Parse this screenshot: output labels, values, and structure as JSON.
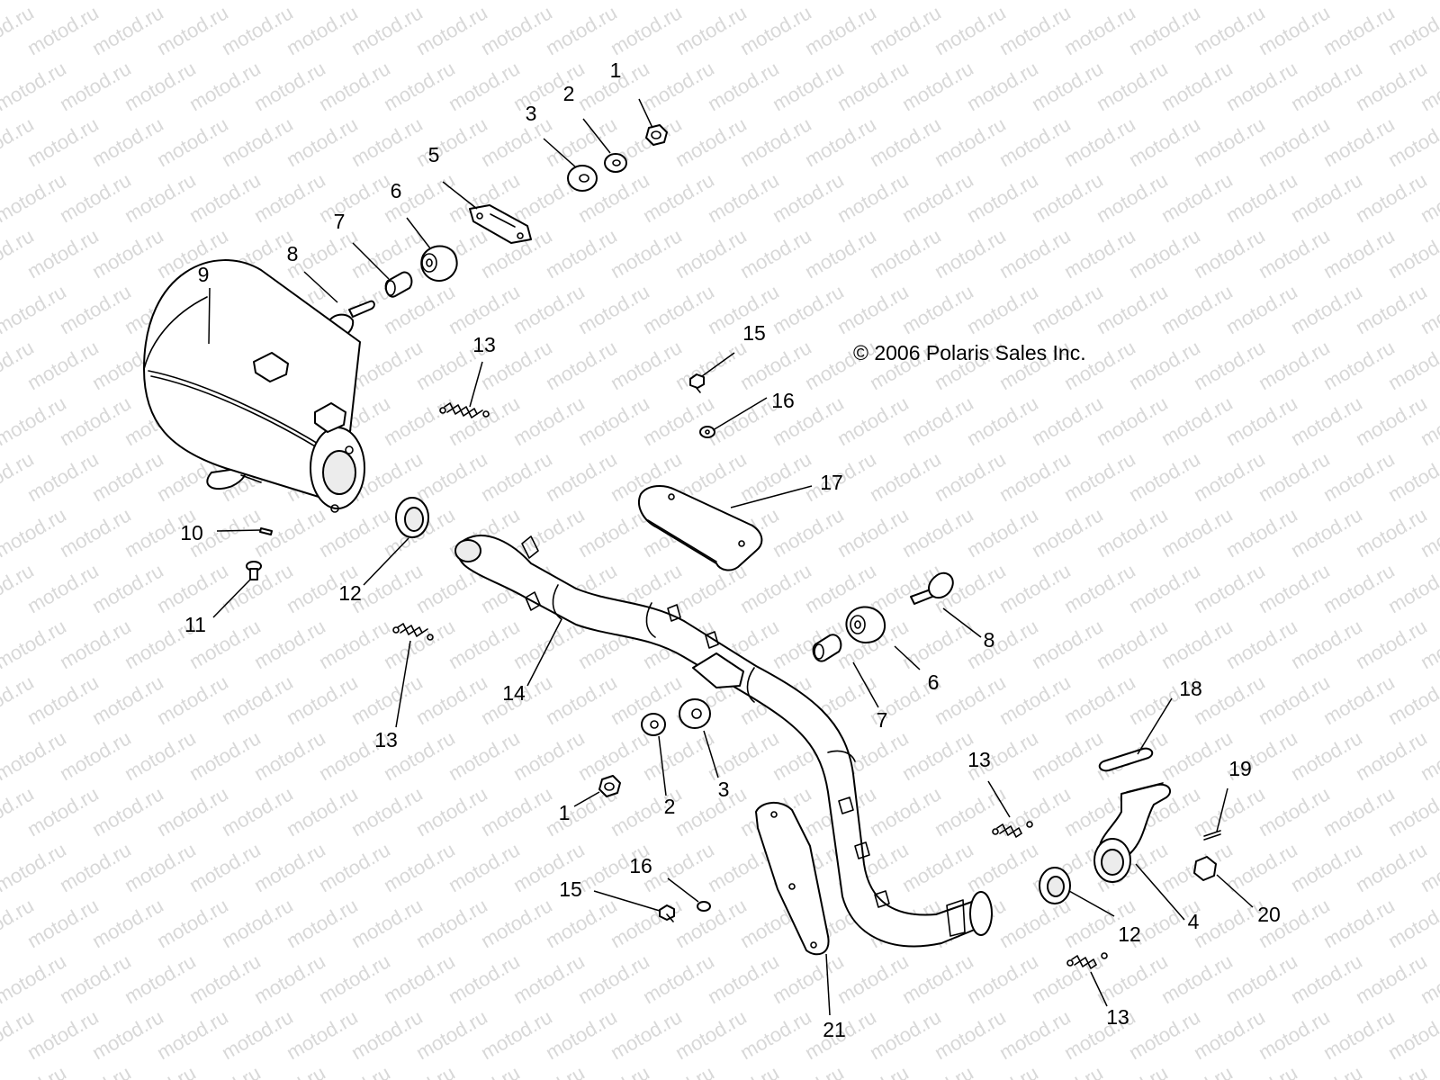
{
  "watermark": "motod.ru",
  "copyright": "© 2006 Polaris Sales Inc.",
  "parts": [
    {
      "n": "1"
    },
    {
      "n": "2"
    },
    {
      "n": "3"
    },
    {
      "n": "5"
    },
    {
      "n": "6"
    },
    {
      "n": "7"
    },
    {
      "n": "8"
    },
    {
      "n": "9"
    },
    {
      "n": "13"
    },
    {
      "n": "15"
    },
    {
      "n": "16"
    },
    {
      "n": "17"
    },
    {
      "n": "10"
    },
    {
      "n": "12"
    },
    {
      "n": "11"
    },
    {
      "n": "14"
    },
    {
      "n": "13"
    },
    {
      "n": "8"
    },
    {
      "n": "6"
    },
    {
      "n": "7"
    },
    {
      "n": "18"
    },
    {
      "n": "3"
    },
    {
      "n": "2"
    },
    {
      "n": "1"
    },
    {
      "n": "13"
    },
    {
      "n": "19"
    },
    {
      "n": "16"
    },
    {
      "n": "15"
    },
    {
      "n": "12"
    },
    {
      "n": "4"
    },
    {
      "n": "20"
    },
    {
      "n": "13"
    },
    {
      "n": "21"
    }
  ]
}
